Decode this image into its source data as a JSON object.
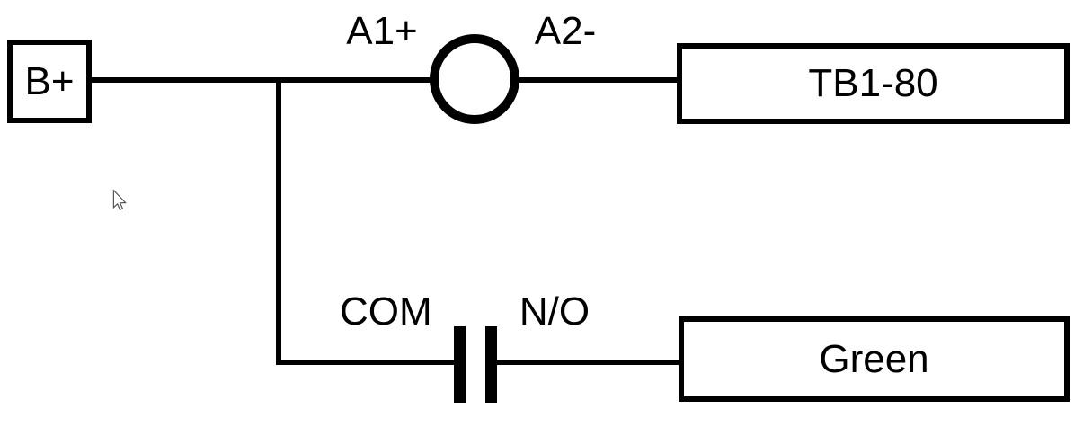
{
  "diagram": {
    "type": "wiring-schematic",
    "colors": {
      "background": "#ffffff",
      "line": "#000000",
      "text": "#000000"
    },
    "boxes": {
      "b_plus": "B+",
      "tb1": "TB1-80",
      "green": "Green"
    },
    "terminal_labels": {
      "a1": "A1+",
      "a2": "A2-",
      "com": "COM",
      "no": "N/O"
    },
    "symbols": {
      "coil": "circle-coil-symbol",
      "contact": "normally-open-contact-symbol"
    }
  }
}
